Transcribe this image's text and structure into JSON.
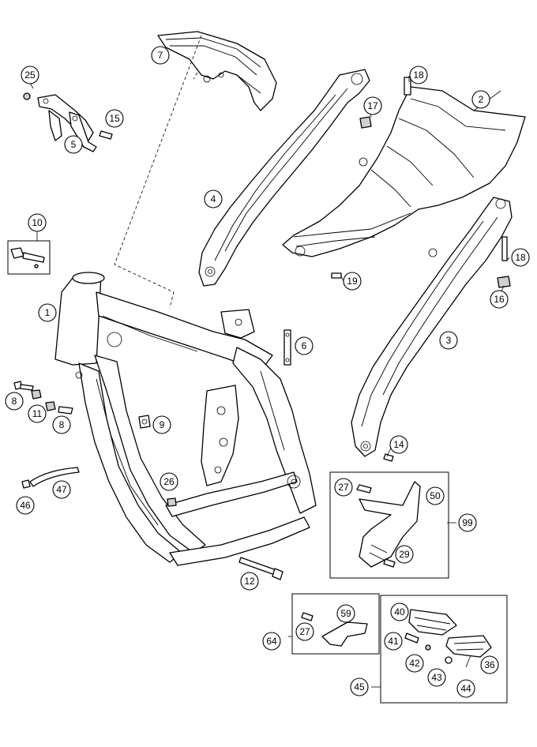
{
  "diagram": {
    "callouts": [
      "25",
      "15",
      "5",
      "7",
      "4",
      "18",
      "17",
      "2",
      "10",
      "1",
      "18",
      "19",
      "16",
      "6",
      "3",
      "8",
      "11",
      "8",
      "9",
      "14",
      "26",
      "47",
      "46",
      "27",
      "50",
      "99",
      "29",
      "12",
      "59",
      "64",
      "27",
      "40",
      "41",
      "42",
      "43",
      "36",
      "44",
      "45"
    ]
  }
}
